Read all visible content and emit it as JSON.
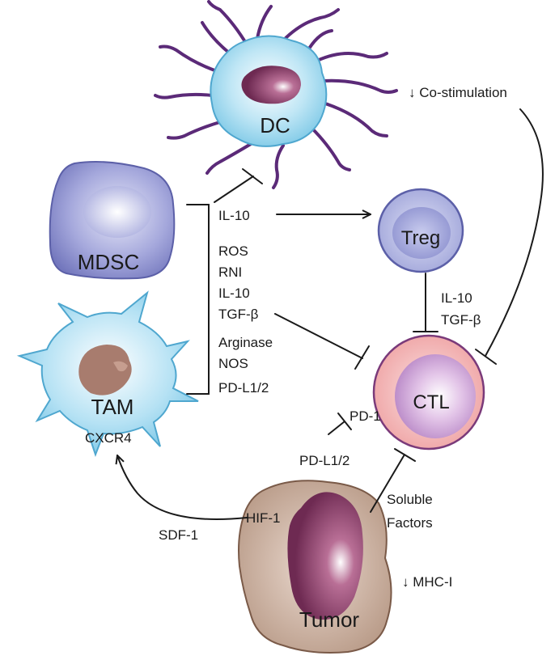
{
  "cells": {
    "dc": "DC",
    "mdsc": "MDSC",
    "tam": "TAM",
    "treg": "Treg",
    "ctl": "CTL",
    "tumor": "Tumor"
  },
  "labels": {
    "co_stimulation": "↓ Co-stimulation",
    "il10_top": "IL-10",
    "factors": [
      "ROS",
      "RNI",
      "IL-10",
      "TGF-β",
      "Arginase",
      "NOS",
      "PD-L1/2"
    ],
    "treg_il10": "IL-10",
    "treg_tgfb": "TGF-β",
    "pd1": "PD-1",
    "pdl12": "PD-L1/2",
    "soluble_1": "Soluble",
    "soluble_2": "Factors",
    "cxcr4": "CXCR4",
    "sdf1": "SDF-1",
    "hif1": "HIF-1",
    "mhc": "↓ MHC-I"
  },
  "colors": {
    "dc_body": "#9ed8ee",
    "dc_dendrite": "#5b2a78",
    "nucleus_purple": "#8a3f6b",
    "mdsc_body": "#8f93cf",
    "tam_body": "#9ed8ee",
    "tam_nucleus": "#a87c6e",
    "treg_body": "#a9aede",
    "ctl_body": "#f3b7b6",
    "ctl_inner": "#c89ad0",
    "tumor_body": "#c6ad9d"
  }
}
